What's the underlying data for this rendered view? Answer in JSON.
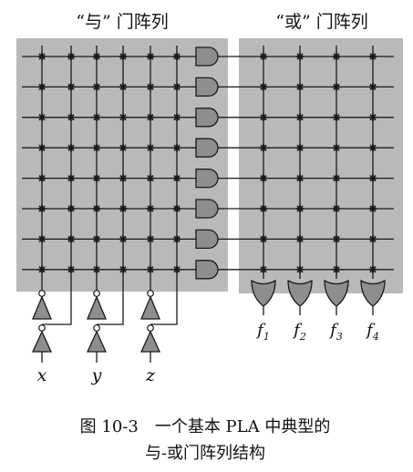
{
  "titles": {
    "and_array": "“与” 门阵列",
    "or_array": "“或” 门阵列"
  },
  "inputs": [
    "x",
    "y",
    "z"
  ],
  "outputs": [
    {
      "base": "f",
      "sub": "1"
    },
    {
      "base": "f",
      "sub": "2"
    },
    {
      "base": "f",
      "sub": "3"
    },
    {
      "base": "f",
      "sub": "4"
    }
  ],
  "caption": {
    "line1": "图 10-3　一个基本 PLA 中典型的",
    "line2": "与-或门阵列结构"
  },
  "structure": {
    "and_gates": 8,
    "or_gates": 4,
    "input_literals": 6
  },
  "colors": {
    "panel": "#b9b9b9",
    "gate_fill": "#8e8e8e",
    "line": "#1a1a1a",
    "background": "#ffffff"
  }
}
